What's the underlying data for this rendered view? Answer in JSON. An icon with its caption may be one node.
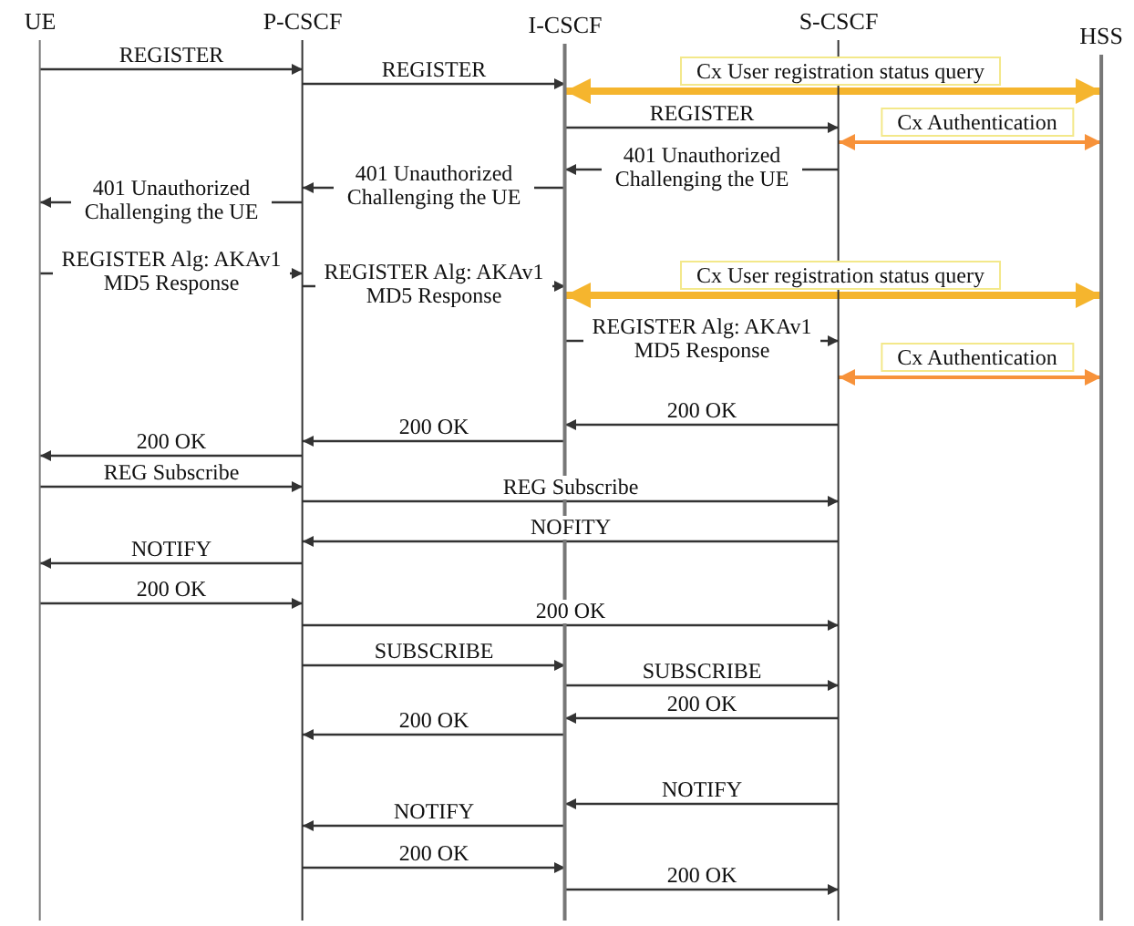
{
  "diagram": {
    "nodes": [
      {
        "text": [
          "UE"
        ]
      },
      {
        "text": [
          "P-CSCF"
        ]
      },
      {
        "text": [
          "I-CSCF"
        ]
      },
      {
        "text": [
          "S-CSCF"
        ]
      },
      {
        "text": [
          "HSS"
        ]
      }
    ],
    "edges": [
      {
        "from": 0,
        "to": 1,
        "arrow": "to",
        "label": "REGISTER"
      },
      {
        "from": 1,
        "to": 2,
        "arrow": "to",
        "label": "REGISTER"
      },
      {
        "from": 2,
        "to": 4,
        "arrow": "both",
        "label": "Cx User registration status query",
        "style": "thick",
        "color": "#f5b52e"
      },
      {
        "from": 2,
        "to": 3,
        "arrow": "to",
        "label": "REGISTER"
      },
      {
        "from": 3,
        "to": 4,
        "arrow": "both",
        "label": "Cx Authentication",
        "color": "#f7923a"
      },
      {
        "from": 3,
        "to": 2,
        "arrow": "to",
        "label": "401 Unauthorized Challenging the UE"
      },
      {
        "from": 2,
        "to": 1,
        "arrow": "to",
        "label": "401 Unauthorized Challenging the UE"
      },
      {
        "from": 1,
        "to": 0,
        "arrow": "to",
        "label": "401 Unauthorized Challenging the UE"
      },
      {
        "from": 0,
        "to": 1,
        "arrow": "to",
        "label": "REGISTER Alg: AKAv1 MD5 Response"
      },
      {
        "from": 1,
        "to": 2,
        "arrow": "to",
        "label": "REGISTER Alg: AKAv1 MD5 Response"
      },
      {
        "from": 2,
        "to": 4,
        "arrow": "both",
        "label": "Cx User registration status query",
        "style": "thick",
        "color": "#f5b52e"
      },
      {
        "from": 2,
        "to": 3,
        "arrow": "to",
        "label": "REGISTER Alg: AKAv1 MD5 Response"
      },
      {
        "from": 3,
        "to": 4,
        "arrow": "both",
        "label": "Cx Authentication",
        "color": "#f7923a"
      },
      {
        "from": 3,
        "to": 2,
        "arrow": "to",
        "label": "200 OK"
      },
      {
        "from": 2,
        "to": 1,
        "arrow": "to",
        "label": "200 OK"
      },
      {
        "from": 1,
        "to": 0,
        "arrow": "to",
        "label": "200 OK"
      },
      {
        "from": 0,
        "to": 1,
        "arrow": "to",
        "label": "REG Subscribe"
      },
      {
        "from": 1,
        "to": 3,
        "arrow": "to",
        "label": "REG Subscribe"
      },
      {
        "from": 3,
        "to": 1,
        "arrow": "to",
        "label": "NOFITY"
      },
      {
        "from": 1,
        "to": 0,
        "arrow": "to",
        "label": "NOTIFY"
      },
      {
        "from": 0,
        "to": 1,
        "arrow": "to",
        "label": "200 OK"
      },
      {
        "from": 1,
        "to": 3,
        "arrow": "to",
        "label": "200 OK"
      },
      {
        "from": 1,
        "to": 2,
        "arrow": "to",
        "label": "SUBSCRIBE"
      },
      {
        "from": 2,
        "to": 3,
        "arrow": "to",
        "label": "SUBSCRIBE"
      },
      {
        "from": 3,
        "to": 2,
        "arrow": "to",
        "label": "200 OK"
      },
      {
        "from": 2,
        "to": 1,
        "arrow": "to",
        "label": "200 OK"
      },
      {
        "from": 3,
        "to": 2,
        "arrow": "to",
        "label": "NOTIFY"
      },
      {
        "from": 2,
        "to": 1,
        "arrow": "to",
        "label": "NOTIFY"
      },
      {
        "from": 1,
        "to": 2,
        "arrow": "to",
        "label": "200 OK"
      },
      {
        "from": 2,
        "to": 3,
        "arrow": "to",
        "label": "200 OK"
      }
    ]
  }
}
